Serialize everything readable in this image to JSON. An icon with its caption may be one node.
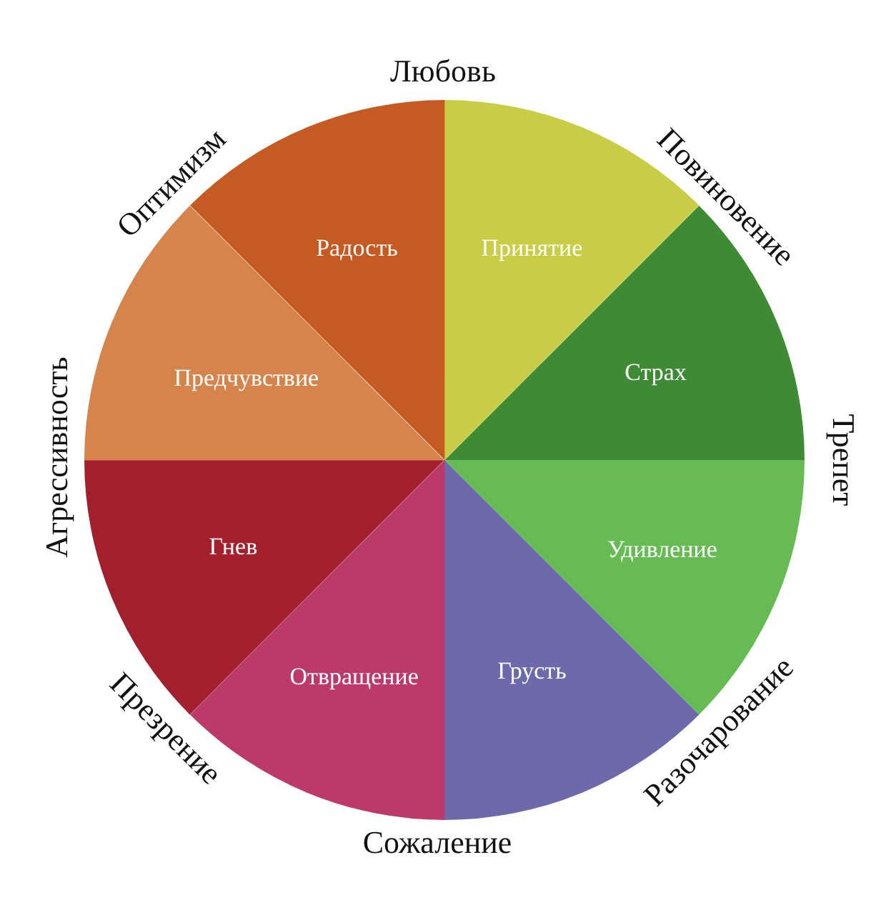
{
  "diagram": {
    "nodes": [
      {
        "text": [
          "Принятие"
        ]
      },
      {
        "text": [
          "Страх"
        ]
      },
      {
        "text": [
          "Удивление"
        ]
      },
      {
        "text": [
          "Грусть"
        ]
      },
      {
        "text": [
          "Отвращение"
        ]
      },
      {
        "text": [
          "Гнев"
        ]
      },
      {
        "text": [
          "Предчувствие"
        ]
      },
      {
        "text": [
          "Радость"
        ]
      }
    ],
    "labels": [
      "Любовь",
      "Оптимизм",
      "Повиновение",
      "Агрессивность",
      "Трепет",
      "Презрение",
      "Разочарование",
      "Сожаление"
    ]
  }
}
